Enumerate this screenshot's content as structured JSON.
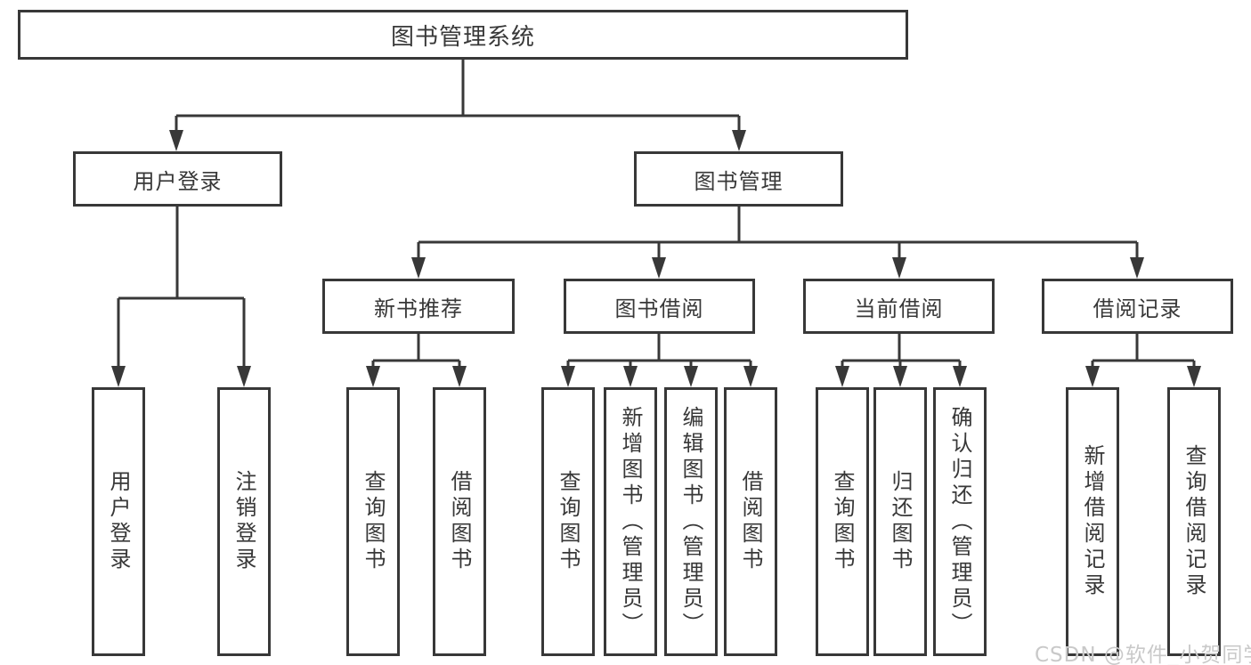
{
  "diagram_title": "图书管理系统",
  "tree": {
    "root": {
      "label": "图书管理系统"
    },
    "branches": [
      {
        "label": "用户登录",
        "children": [
          {
            "label": "用户登录"
          },
          {
            "label": "注销登录"
          }
        ]
      },
      {
        "label": "图书管理",
        "children": [
          {
            "label": "新书推荐",
            "children": [
              {
                "label": "查询图书"
              },
              {
                "label": "借阅图书"
              }
            ]
          },
          {
            "label": "图书借阅",
            "children": [
              {
                "label": "查询图书"
              },
              {
                "label": "新增图书（管理员）"
              },
              {
                "label": "编辑图书（管理员）"
              },
              {
                "label": "借阅图书"
              }
            ]
          },
          {
            "label": "当前借阅",
            "children": [
              {
                "label": "查询图书"
              },
              {
                "label": "归还图书"
              },
              {
                "label": "确认归还（管理员）"
              }
            ]
          },
          {
            "label": "借阅记录",
            "children": [
              {
                "label": "新增借阅记录"
              },
              {
                "label": "查询借阅记录"
              }
            ]
          }
        ]
      }
    ]
  },
  "watermark": "CSDN @软件_小贺同学",
  "colors": {
    "line": "#383838",
    "text": "#383838",
    "background": "#ffffff",
    "watermark": "#c9c9c9"
  }
}
